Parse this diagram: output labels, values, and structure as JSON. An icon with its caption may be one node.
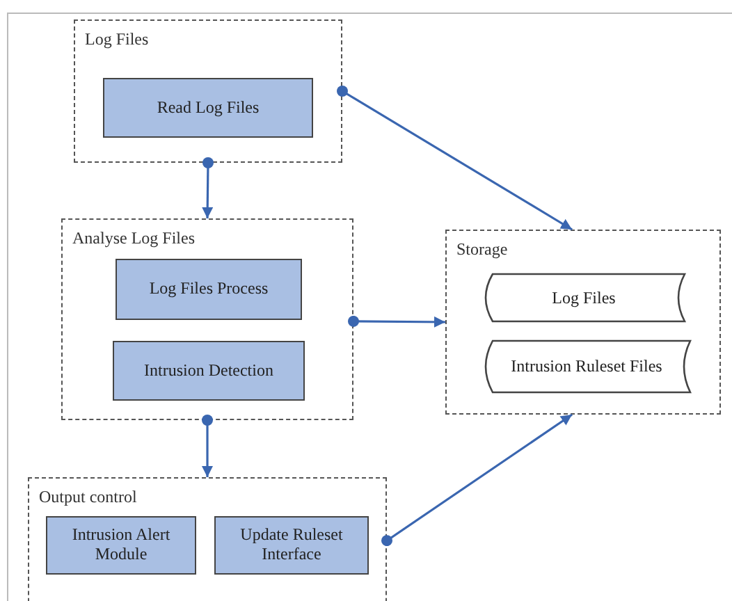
{
  "diagram": {
    "nodes": [
      {
        "text": [
          "Log Files"
        ]
      },
      {
        "text": [
          "Read Log Files"
        ],
        "in": 0
      },
      {
        "text": [
          "Analyse Log Files"
        ]
      },
      {
        "text": [
          "Log Files Process"
        ],
        "in": 2
      },
      {
        "text": [
          "Intrusion Detection"
        ],
        "in": 2
      },
      {
        "text": [
          "Storage"
        ]
      },
      {
        "text": [
          "Log Files"
        ],
        "in": 5
      },
      {
        "text": [
          "Intrusion Ruleset Files"
        ],
        "in": 5
      },
      {
        "text": [
          "Output control"
        ]
      },
      {
        "text": [
          "Intrusion Alert Module"
        ],
        "in": 8
      },
      {
        "text": [
          "Update Ruleset Interface"
        ],
        "in": 8
      }
    ],
    "edges": [
      {
        "from": 0,
        "to": 2,
        "arrow": "to"
      },
      {
        "from": 0,
        "to": 5,
        "arrow": "to"
      },
      {
        "from": 2,
        "to": 5,
        "arrow": "to"
      },
      {
        "from": 2,
        "to": 8,
        "arrow": "to"
      },
      {
        "from": 8,
        "to": 5,
        "arrow": "to"
      }
    ]
  }
}
